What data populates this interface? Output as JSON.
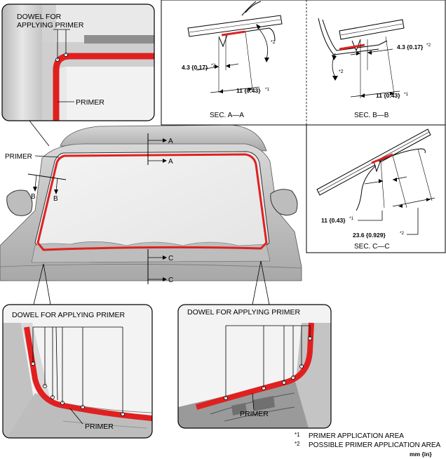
{
  "labels": {
    "dowel_top": [
      "DOWEL FOR",
      "APPLYING PRIMER"
    ],
    "primer_inset_top": "PRIMER",
    "primer_main": "PRIMER",
    "dowel_bottom_left": "DOWEL FOR APPLYING PRIMER",
    "primer_bottom_left": "PRIMER",
    "dowel_bottom_right": "DOWEL FOR APPLYING PRIMER",
    "primer_bottom_right": "PRIMER"
  },
  "section_markers": {
    "a": "A",
    "b": "B",
    "c": "C"
  },
  "sections": {
    "aa": {
      "title": "SEC. A—A",
      "dim_1": "4.3 {0.17}",
      "dim_1_note": "*2",
      "dim_2": "11 {0.43}",
      "dim_2_note": "*1",
      "angle_note": "*2"
    },
    "bb": {
      "title": "SEC. B—B",
      "dim_1": "4.3 {0.17}",
      "dim_1_note": "*2",
      "dim_2": "11 {0.43}",
      "dim_2_note": "*1",
      "angle_note": "*2"
    },
    "cc": {
      "title": "SEC. C—C",
      "dim_1": "11 {0.43}",
      "dim_1_note": "*1",
      "dim_2": "23.6 {0.929}",
      "dim_2_note": "*2"
    }
  },
  "notes": [
    {
      "mark": "*1",
      "text": "PRIMER APPLICATION AREA"
    },
    {
      "mark": "*2",
      "text": "POSSIBLE PRIMER APPLICATION AREA"
    }
  ],
  "units": "mm {in}",
  "colors": {
    "primer_red": "#e02020",
    "outline": "#000000",
    "body_gray": "#c8c8c8"
  }
}
